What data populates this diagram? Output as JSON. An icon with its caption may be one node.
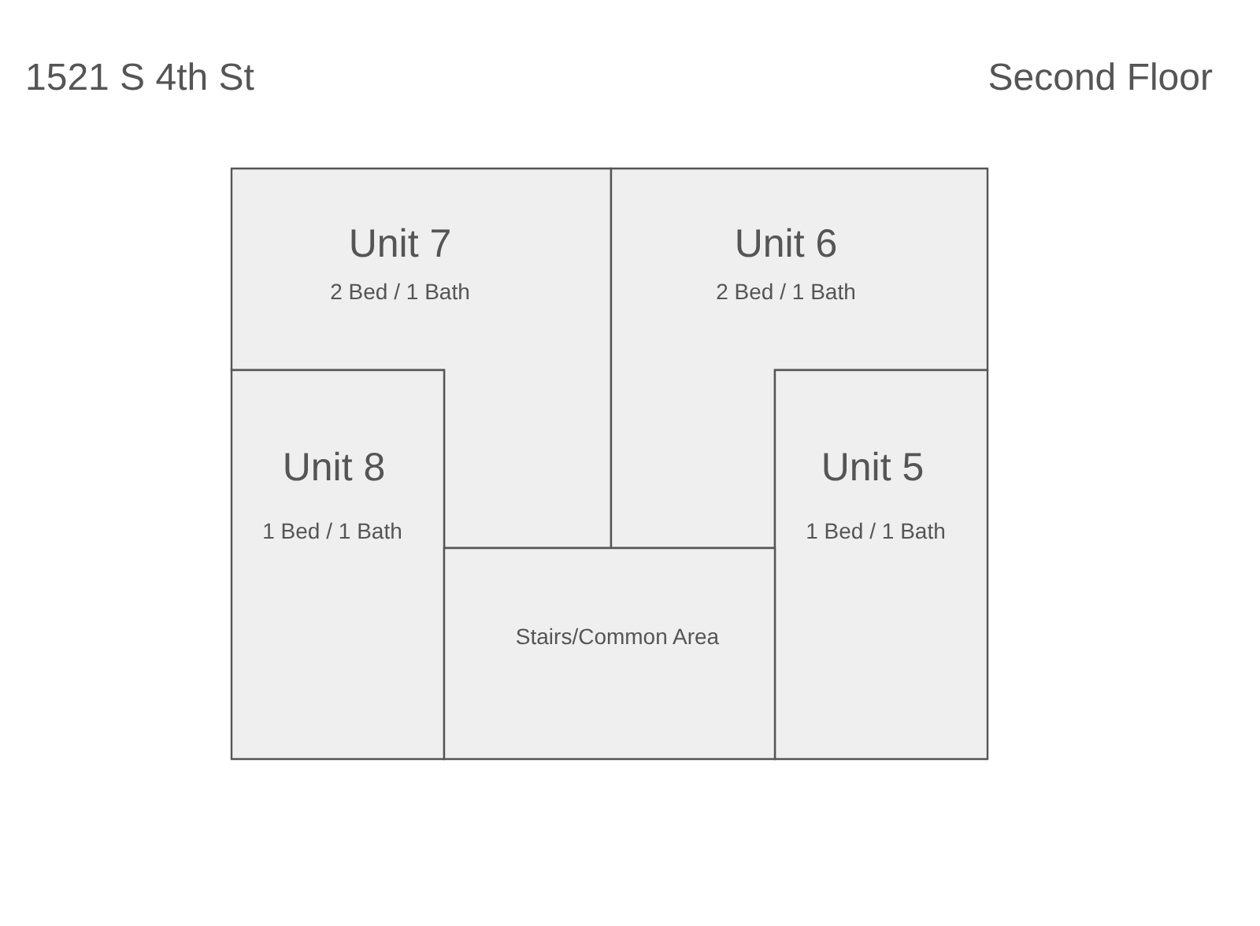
{
  "diagram": {
    "title": "1521 S 4th St",
    "nodes": [
      {
        "text": [
          "Unit 7",
          "2 Bed / 1 Bath"
        ]
      },
      {
        "text": [
          "Unit 6",
          "2 Bed / 1 Bath"
        ]
      },
      {
        "text": [
          "Unit 8",
          "1 Bed / 1 Bath"
        ]
      },
      {
        "text": [
          "Unit 5",
          "1 Bed / 1 Bath"
        ]
      },
      {
        "text": [
          "Stairs/Common Area"
        ]
      }
    ],
    "labels": [
      "Second Floor"
    ]
  }
}
